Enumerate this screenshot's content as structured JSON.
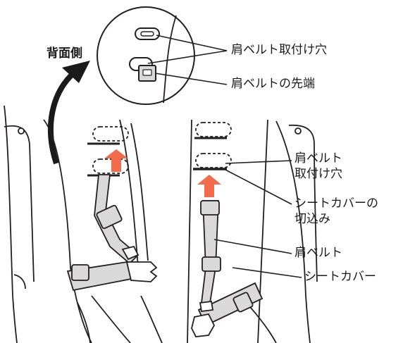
{
  "diagram": {
    "labels": {
      "back_side": "背面側",
      "belt_holes": "肩ベルト取付け穴",
      "belt_tip": "肩ベルトの先端",
      "belt_holes_2_line1": "肩ベルト",
      "belt_holes_2_line2": "取付け穴",
      "cover_slit_line1": "シートカバーの",
      "cover_slit_line2": "切込み",
      "shoulder_belt": "肩ベルト",
      "seat_cover": "シートカバー"
    },
    "colors": {
      "line": "#231f20",
      "belt_fill": "#d9d9d9",
      "arrow_orange": "#f26b4a",
      "arrow_dark": "#1a1a1a",
      "background": "#ffffff"
    },
    "icons": [
      "curved-arrow-icon",
      "up-arrow-icon"
    ]
  }
}
